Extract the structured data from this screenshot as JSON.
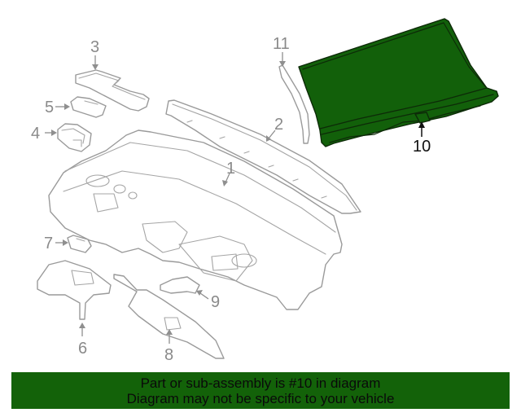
{
  "diagram": {
    "callouts": [
      {
        "id": "1",
        "label": "1",
        "highlighted": false
      },
      {
        "id": "2",
        "label": "2",
        "highlighted": false
      },
      {
        "id": "3",
        "label": "3",
        "highlighted": false
      },
      {
        "id": "4",
        "label": "4",
        "highlighted": false
      },
      {
        "id": "5",
        "label": "5",
        "highlighted": false
      },
      {
        "id": "6",
        "label": "6",
        "highlighted": false
      },
      {
        "id": "7",
        "label": "7",
        "highlighted": false
      },
      {
        "id": "8",
        "label": "8",
        "highlighted": false
      },
      {
        "id": "9",
        "label": "9",
        "highlighted": false
      },
      {
        "id": "10",
        "label": "10",
        "highlighted": true
      },
      {
        "id": "11",
        "label": "11",
        "highlighted": false
      }
    ],
    "highlight_color": "#12600a"
  },
  "banner": {
    "line1": "Part or sub-assembly is #10 in diagram",
    "line2": "Diagram may not be specific to your vehicle",
    "background": "#136209"
  }
}
